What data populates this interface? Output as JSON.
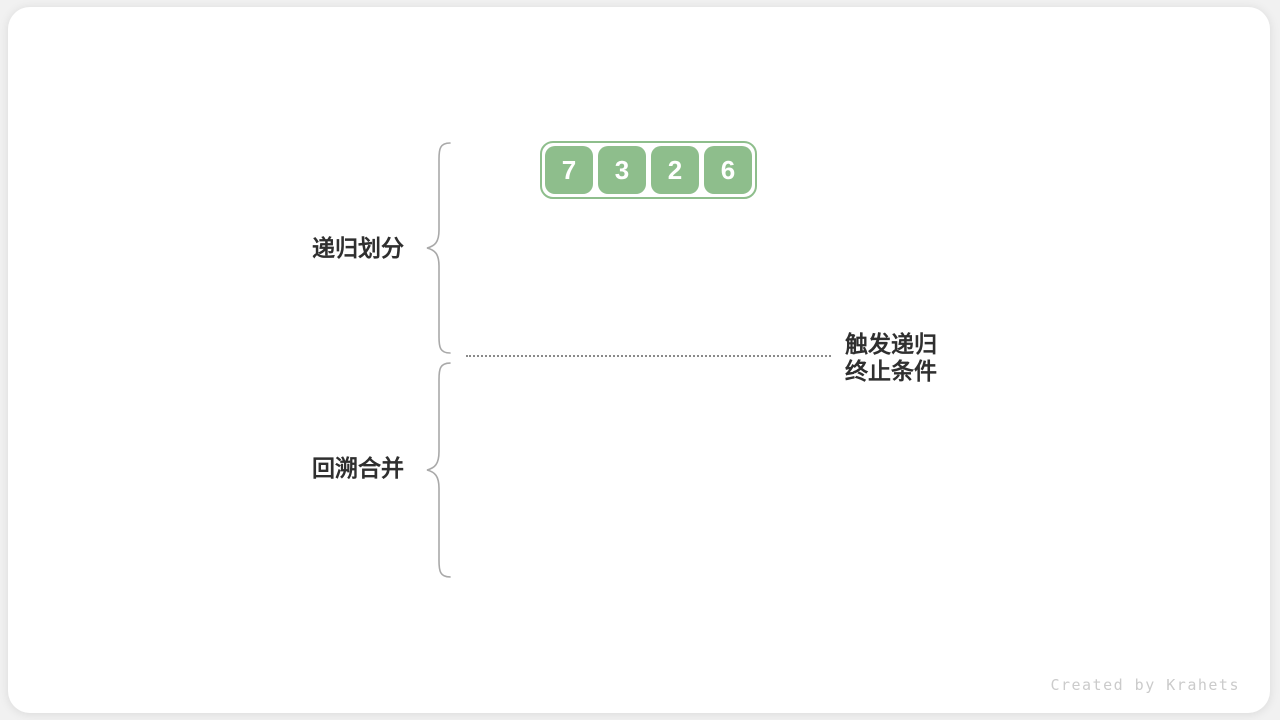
{
  "array": {
    "values": [
      "7",
      "3",
      "2",
      "6"
    ]
  },
  "labels": {
    "phase_top": "递归划分",
    "phase_bottom": "回溯合并",
    "terminate_line1": "触发递归",
    "terminate_line2": "终止条件"
  },
  "footer": {
    "watermark": "Created by Krahets"
  },
  "colors": {
    "cell_green": "#8EBE8C",
    "brace_gray": "#A9A9A9",
    "label_text": "#2F2F2F",
    "dotted_line": "#8A8A8A",
    "watermark_gray": "#CBCBCB",
    "card_background": "#FFFFFF",
    "page_background": "#F1F1F1"
  }
}
